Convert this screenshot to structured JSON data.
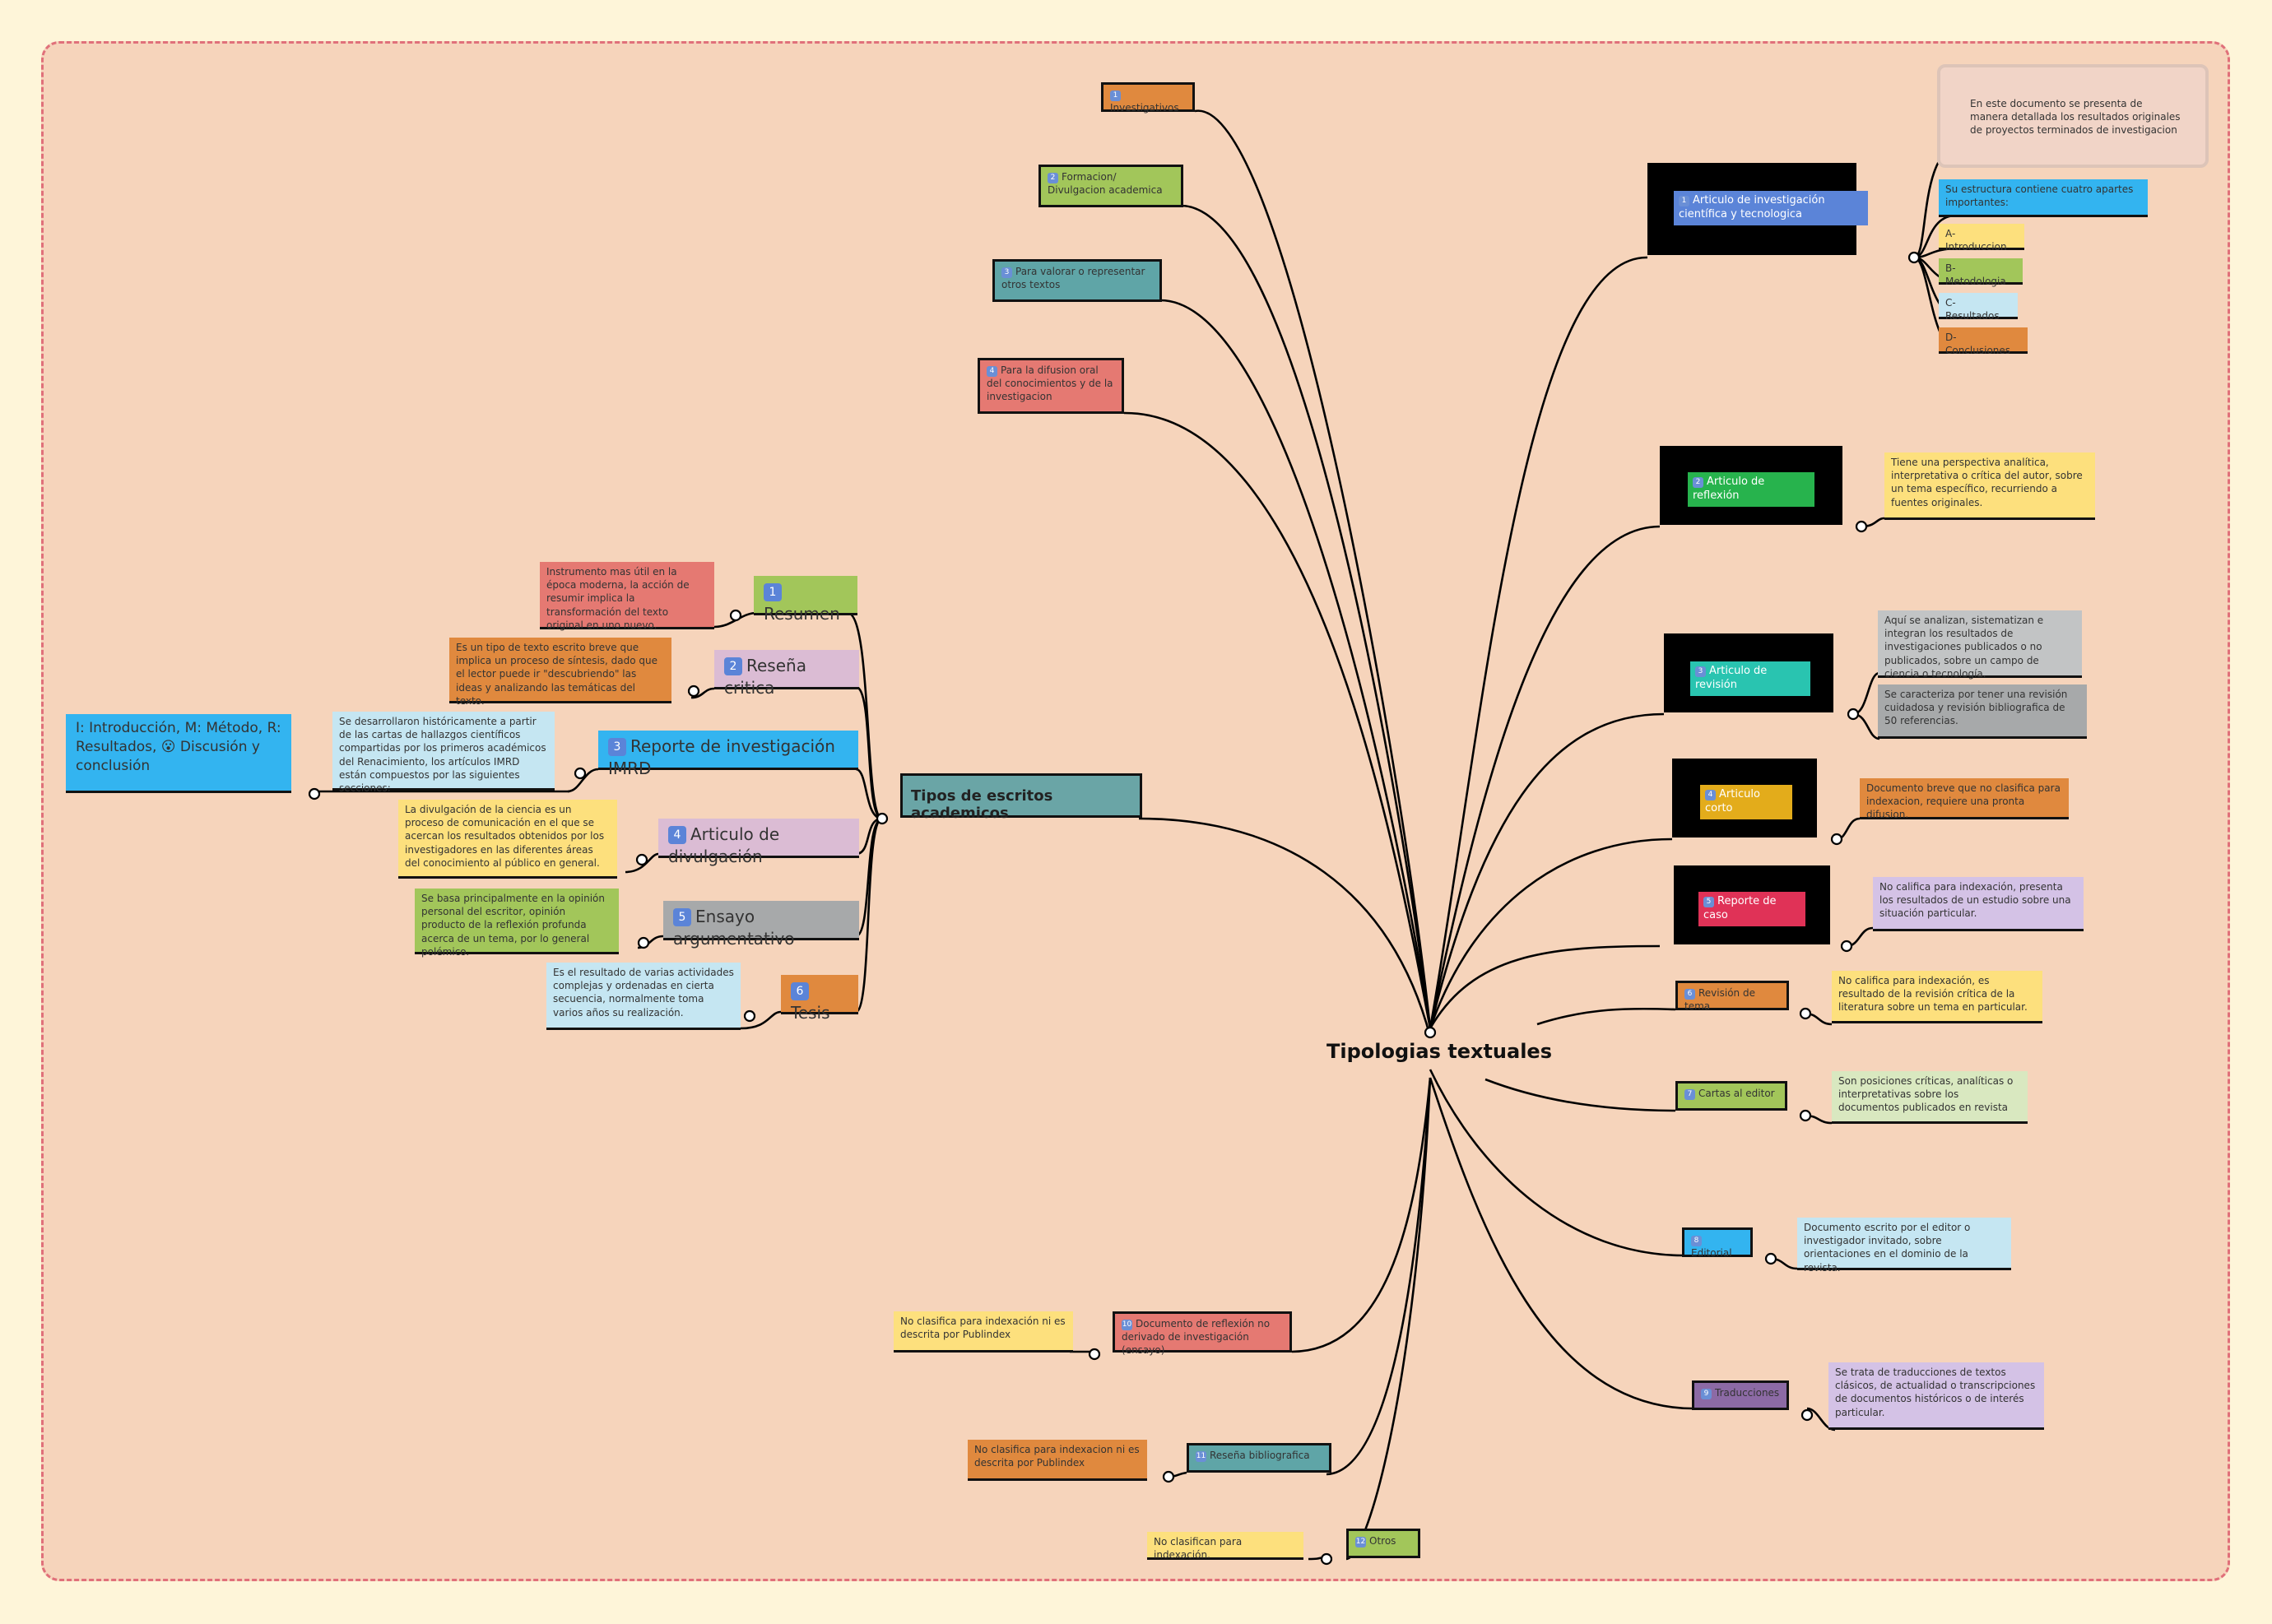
{
  "title": "Tipologias textuales",
  "academic": {
    "title": "Tipos de escritos academicos",
    "items": [
      {
        "num": "1",
        "label": "Resumen",
        "desc": "Instrumento mas útil en la época moderna, la acción de resumir implica la transformación del texto original en uno nuevo."
      },
      {
        "num": "2",
        "label": "Reseña critica",
        "desc": "Es un tipo de texto escrito breve que implica un proceso de síntesis, dado que el lector puede ir \"descubriendo\" las ideas y analizando las temáticas del texto."
      },
      {
        "num": "3",
        "label": "Reporte de investigación IMRD",
        "desc": "Se desarrollaron históricamente a partir de las cartas de hallazgos científicos compartidas por los primeros académicos del Renacimiento, los artículos IMRD están compuestos por las siguientes secciones:",
        "detail": "I: Introducción, M: Método, R: Resultados, 😮 Discusión y conclusión"
      },
      {
        "num": "4",
        "label": "Articulo de divulgación",
        "desc": "La divulgación de la ciencia es un proceso de comunicación en el que se acercan los resultados obtenidos por los investigadores en las diferentes áreas del conocimiento al público en general."
      },
      {
        "num": "5",
        "label": "Ensayo argumentativo",
        "desc": "Se basa principalmente en la opinión personal del escritor, opinión producto de la reflexión profunda acerca de un tema, por lo general polémico."
      },
      {
        "num": "6",
        "label": "Tesis",
        "desc": "Es el resultado de varias actividades complejas y ordenadas en cierta secuencia, normalmente toma varios años su realización."
      }
    ]
  },
  "groups": [
    {
      "label": "Investigativos"
    },
    {
      "label": "Formacion/ Divulgacion academica"
    },
    {
      "label": "Para valorar o representar otros textos"
    },
    {
      "label": "Para la difusion oral del conocimientos y de la investigacion"
    }
  ],
  "types": [
    {
      "label": "Articulo de investigación científica y tecnologica",
      "notes": [
        "En este documento se presenta de manera detallada los resultados originales de proyectos terminados de investigacion",
        "Su estructura contiene cuatro apartes importantes:",
        "A- Introduccion",
        "B- Metodologia",
        "C- Resultados",
        "D- Conclusiones"
      ]
    },
    {
      "label": "Articulo de reflexión",
      "note": "Tiene una perspectiva analítica, interpretativa o crítica del autor, sobre un tema específico, recurriendo a fuentes originales."
    },
    {
      "label": "Articulo de revisión",
      "notes": [
        "Aquí se analizan, sistematizan e integran los resultados de investigaciones publicados o no publicados, sobre un campo de ciencia o tecnología.",
        "Se caracteriza por tener una revisión cuidadosa y revisión bibliografica de 50 referencias."
      ]
    },
    {
      "label": "Articulo corto",
      "note": "Documento breve que no clasifica para indexacion, requiere una pronta difusion."
    },
    {
      "label": "Reporte de caso",
      "note": "No califica para indexación, presenta los resultados de un estudio sobre una situación particular."
    },
    {
      "label": "Revisión de tema",
      "note": "No califica para indexación, es resultado de la revisión crítica de la literatura sobre un tema en particular."
    },
    {
      "label": "Cartas al editor",
      "note": "Son posiciones críticas, analíticas o interpretativas sobre los documentos publicados en revista"
    },
    {
      "label": "Editorial",
      "note": "Documento escrito por el editor o investigador invitado, sobre orientaciones en el dominio de la revista."
    },
    {
      "label": "Traducciones",
      "note": "Se trata de traducciones de textos clásicos, de actualidad o transcripciones de documentos históricos o de interés particular."
    },
    {
      "label": "Documento de reflexión no derivado de investigación (ensayo)",
      "note": "No clasifica para indexación ni es descrita por Publindex",
      "num": "10"
    },
    {
      "label": "Reseña bibliografica",
      "note": "No clasifica para indexacion ni es descrita por Publindex",
      "num": "11"
    },
    {
      "label": "Otros",
      "note": "No clasifican para indexación.",
      "num": "12"
    }
  ]
}
